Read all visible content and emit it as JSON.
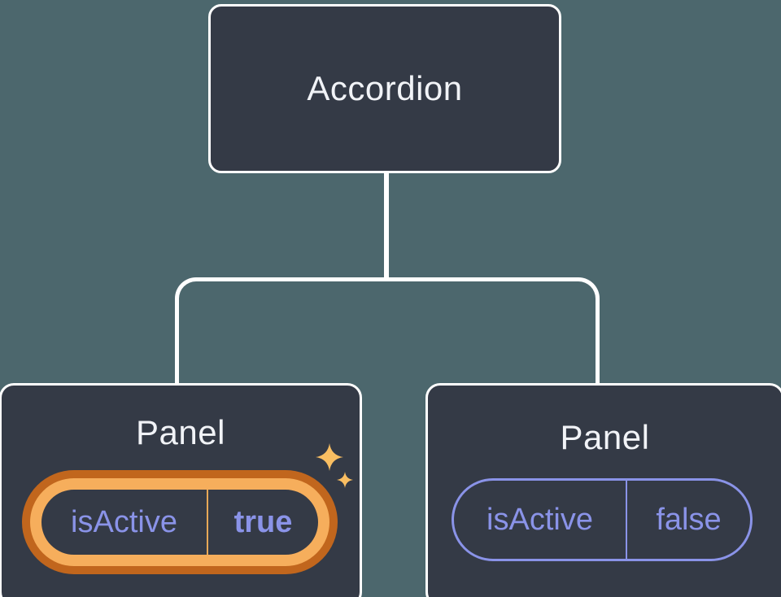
{
  "diagram": {
    "title_hint": "component tree with shared state",
    "background_color": "#4C676D",
    "node_fill": "#343A46",
    "connector_color": "#FFFFFF",
    "root": {
      "label": "Accordion"
    },
    "panels": [
      {
        "label": "Panel",
        "prop_name": "isActive",
        "prop_value": "true",
        "highlighted": true,
        "ring_outer_color": "#C1661D",
        "ring_inner_color": "#F6AE5C",
        "divider_color": "#E8A857",
        "text_color": "#8A93E8",
        "sparkle_color": "#F9BE62"
      },
      {
        "label": "Panel",
        "prop_name": "isActive",
        "prop_value": "false",
        "highlighted": false,
        "border_color": "#8A93E8",
        "divider_color": "#8A93E8",
        "text_color": "#8A93E8"
      }
    ],
    "text_primary_color": "#F1F3F7"
  }
}
